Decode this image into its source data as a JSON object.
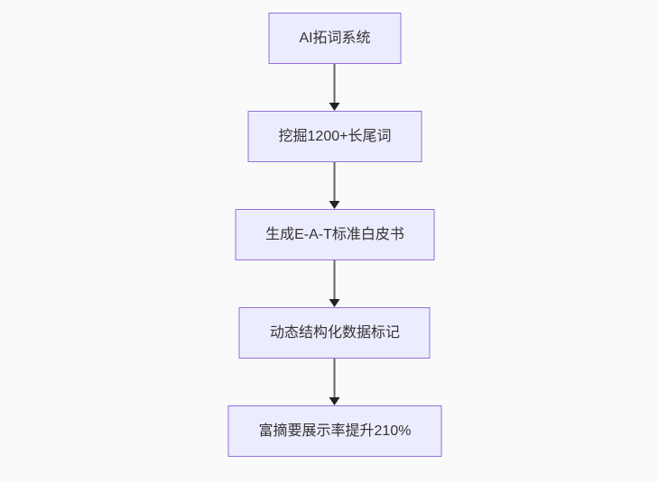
{
  "page": {
    "background": "#fafafa"
  },
  "diagram": {
    "type": "flowchart",
    "direction": "top-down",
    "nodes": [
      {
        "id": "step-1",
        "label": "AI拓词系统"
      },
      {
        "id": "step-2",
        "label": "挖掘1200+长尾词"
      },
      {
        "id": "step-3",
        "label": "生成E-A-T标准白皮书"
      },
      {
        "id": "step-4",
        "label": "动态结构化数据标记"
      },
      {
        "id": "step-5",
        "label": "富摘要展示率提升210%"
      }
    ],
    "edges": [
      {
        "from": "step-1",
        "to": "step-2",
        "style": "arrow-down"
      },
      {
        "from": "step-2",
        "to": "step-3",
        "style": "arrow-down"
      },
      {
        "from": "step-3",
        "to": "step-4",
        "style": "arrow-down"
      },
      {
        "from": "step-4",
        "to": "step-5",
        "style": "arrow-down"
      }
    ],
    "colors": {
      "node_fill": "#ECECFF",
      "node_border": "#9370DB",
      "node_text": "#333333",
      "arrow_line": "#666666",
      "arrow_head": "#222222"
    }
  }
}
